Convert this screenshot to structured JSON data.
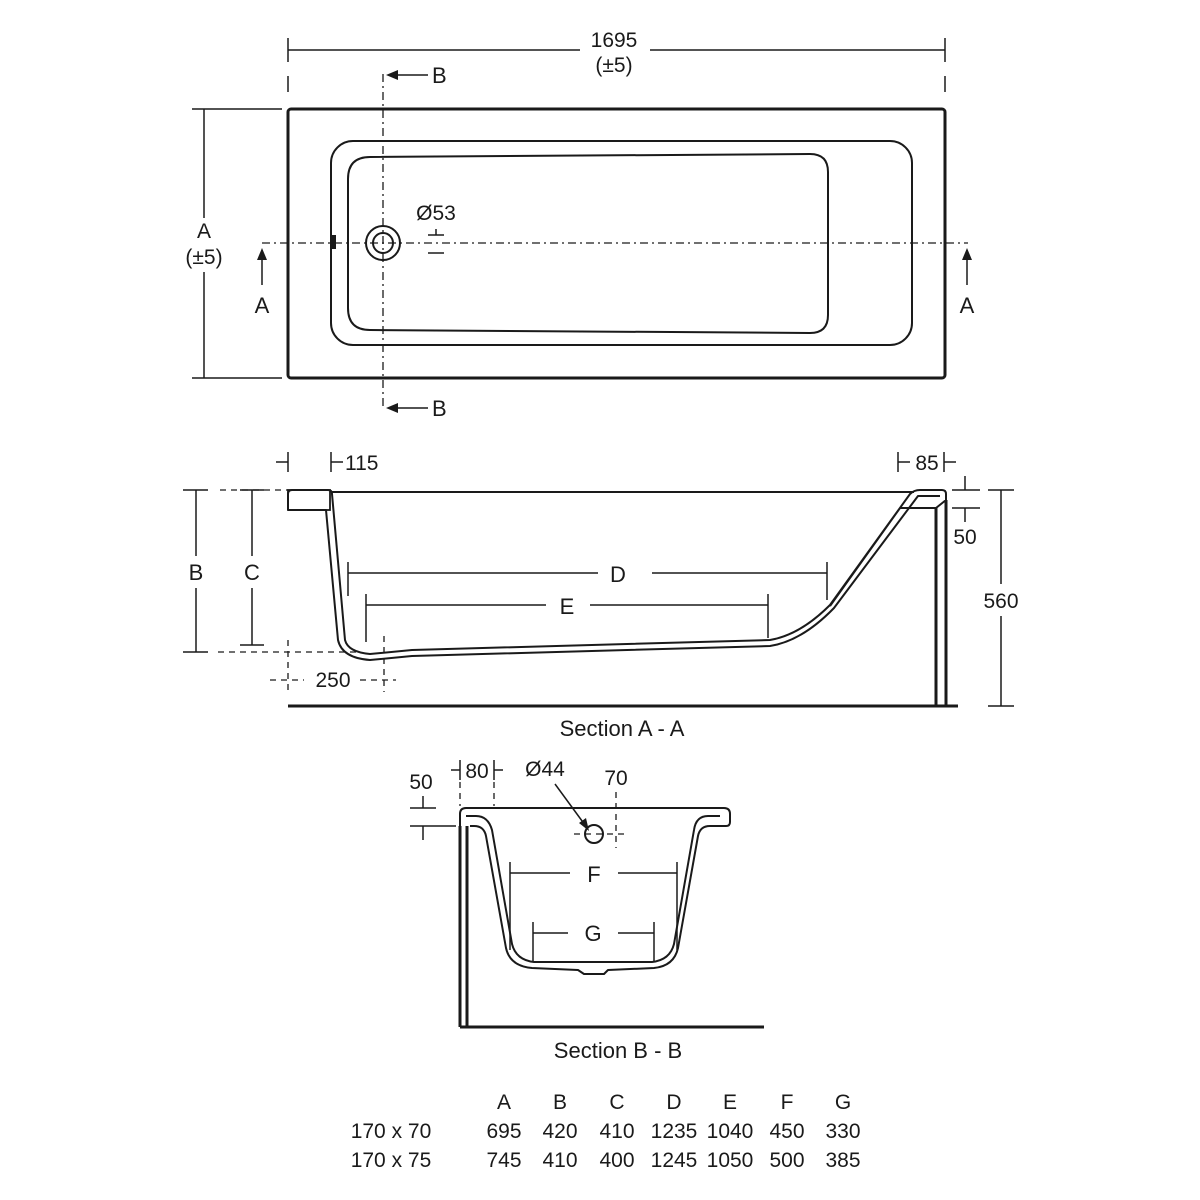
{
  "plan": {
    "overall_length": "1695",
    "overall_length_tol": "(±5)",
    "width_label": "A",
    "width_tol": "(±5)",
    "waste_diameter": "Ø53",
    "section_a_marker": "A",
    "section_b_marker": "B"
  },
  "section_aa": {
    "left_rim": "115",
    "right_rim": "85",
    "rim_height": "50",
    "overall_height": "560",
    "dim_b": "B",
    "dim_c": "C",
    "dim_d": "D",
    "dim_e": "E",
    "waste_offset": "250",
    "caption": "Section A - A"
  },
  "section_bb": {
    "rim_height": "50",
    "rim_width": "80",
    "overflow_diameter": "Ø44",
    "overflow_offset": "70",
    "dim_f": "F",
    "dim_g": "G",
    "caption": "Section B - B"
  },
  "table": {
    "headers": [
      "A",
      "B",
      "C",
      "D",
      "E",
      "F",
      "G"
    ],
    "rows": [
      {
        "size": "170 x 70",
        "values": [
          "695",
          "420",
          "410",
          "1235",
          "1040",
          "450",
          "330"
        ]
      },
      {
        "size": "170 x 75",
        "values": [
          "745",
          "410",
          "400",
          "1245",
          "1050",
          "500",
          "385"
        ]
      }
    ]
  }
}
